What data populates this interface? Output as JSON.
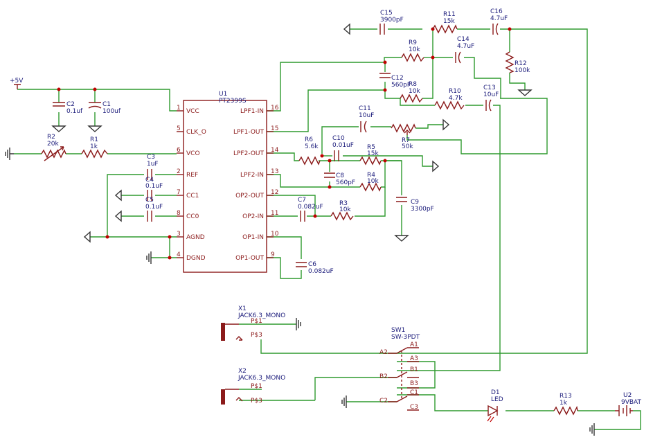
{
  "power": {
    "vcc": "+5V"
  },
  "ic": {
    "ref": "U1",
    "value": "PT2399S",
    "left_pins": [
      {
        "num": "1",
        "name": "VCC"
      },
      {
        "num": "5",
        "name": "CLK_O"
      },
      {
        "num": "6",
        "name": "VCO"
      },
      {
        "num": "2",
        "name": "REF"
      },
      {
        "num": "7",
        "name": "CC1"
      },
      {
        "num": "8",
        "name": "CC0"
      },
      {
        "num": "3",
        "name": "AGND"
      },
      {
        "num": "4",
        "name": "DGND"
      }
    ],
    "right_pins": [
      {
        "num": "16",
        "name": "LPF1-IN"
      },
      {
        "num": "15",
        "name": "LPF1-OUT"
      },
      {
        "num": "14",
        "name": "LPF2-OUT"
      },
      {
        "num": "13",
        "name": "LPF2-IN"
      },
      {
        "num": "12",
        "name": "OP2-OUT"
      },
      {
        "num": "11",
        "name": "OP2-IN"
      },
      {
        "num": "10",
        "name": "OP1-IN"
      },
      {
        "num": "9",
        "name": "OP1-OUT"
      }
    ]
  },
  "components": {
    "c1": {
      "ref": "C1",
      "value": "100uf"
    },
    "c2": {
      "ref": "C2",
      "value": "0.1uf"
    },
    "c3": {
      "ref": "C3",
      "value": "1uF"
    },
    "c4": {
      "ref": "C4",
      "value": "0.1uF"
    },
    "c5": {
      "ref": "C5",
      "value": "0.1uF"
    },
    "c6": {
      "ref": "C6",
      "value": "0.082uF"
    },
    "c7": {
      "ref": "C7",
      "value": "0.082uF"
    },
    "c8": {
      "ref": "C8",
      "value": "560pF"
    },
    "c9": {
      "ref": "C9",
      "value": "3300pF"
    },
    "c10": {
      "ref": "C10",
      "value": "0.01uF"
    },
    "c11": {
      "ref": "C11",
      "value": "10uF"
    },
    "c12": {
      "ref": "C12",
      "value": "560pF"
    },
    "c13": {
      "ref": "C13",
      "value": "10uF"
    },
    "c14": {
      "ref": "C14",
      "value": "4.7uF"
    },
    "c15": {
      "ref": "C15",
      "value": "3900pF"
    },
    "c16": {
      "ref": "C16",
      "value": "4.7uF"
    },
    "r1": {
      "ref": "R1",
      "value": "1k"
    },
    "r2": {
      "ref": "R2",
      "value": "20k"
    },
    "r3": {
      "ref": "R3",
      "value": "10k"
    },
    "r4": {
      "ref": "R4",
      "value": "10k"
    },
    "r5": {
      "ref": "R5",
      "value": "15k"
    },
    "r6": {
      "ref": "R6",
      "value": "5.6k"
    },
    "r7": {
      "ref": "R7",
      "value": "50k"
    },
    "r8": {
      "ref": "R8",
      "value": "10k"
    },
    "r9": {
      "ref": "R9",
      "value": "10k"
    },
    "r10": {
      "ref": "R10",
      "value": "4.7k"
    },
    "r11": {
      "ref": "R11",
      "value": "15k"
    },
    "r12": {
      "ref": "R12",
      "value": "100k"
    },
    "r13": {
      "ref": "R13",
      "value": "1k"
    },
    "d1": {
      "ref": "D1",
      "value": "LED"
    },
    "u2": {
      "ref": "U2",
      "value": "9VBAT"
    }
  },
  "jacks": {
    "x1": {
      "ref": "X1",
      "value": "JACK6.3_MONO",
      "pin1": "P$1",
      "pin3": "P$3"
    },
    "x2": {
      "ref": "X2",
      "value": "JACK6.3_MONO",
      "pin1": "P$1",
      "pin3": "P$3"
    }
  },
  "switch": {
    "ref": "SW1",
    "value": "SW-3PDT",
    "pins": {
      "a1": "A1",
      "a2": "A2",
      "a3": "A3",
      "b1": "B1",
      "b2": "B2",
      "b3": "B3",
      "c1": "C1",
      "c2": "C2",
      "c3": "C3"
    }
  },
  "colors": {
    "wire": "#2e9a2e",
    "symbol": "#8b1a1a",
    "label": "#1a1a7a",
    "junction": "#c00000"
  }
}
